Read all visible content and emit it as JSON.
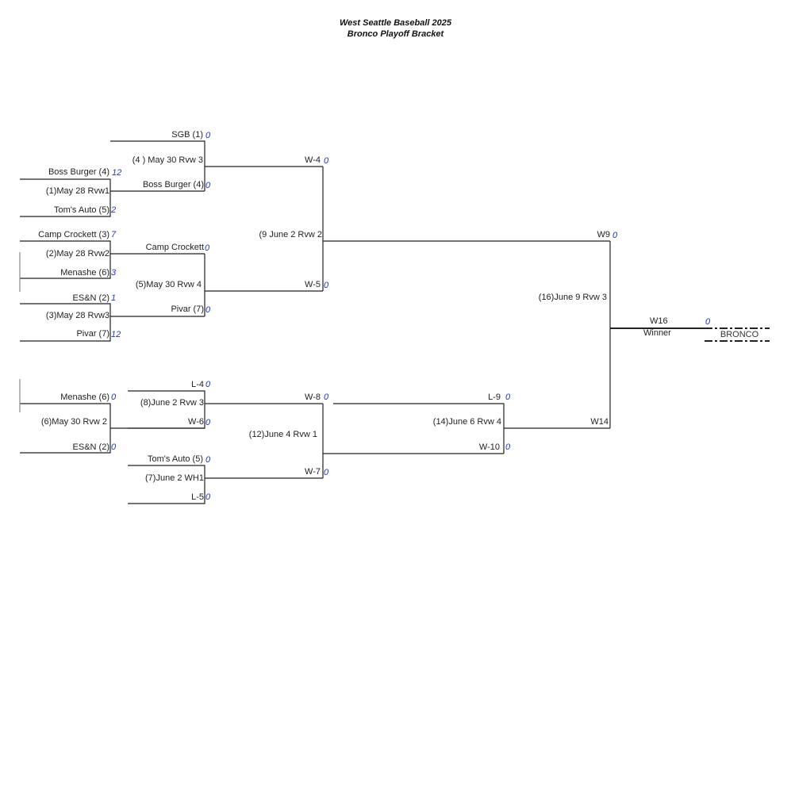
{
  "title": {
    "line1": "West Seattle Baseball 2025",
    "line2": "Bronco Playoff Bracket"
  },
  "round1": {
    "g1": {
      "label": "(1)May 28 Rvw1",
      "top": "Boss Burger (4)",
      "top_score": "12",
      "bottom": "Tom's Auto (5)",
      "bottom_score": "2"
    },
    "g2": {
      "label": "(2)May 28 Rvw2",
      "top": "Camp Crockett (3)",
      "top_score": "7",
      "bottom": "Menashe (6)",
      "bottom_score": "3"
    },
    "g3": {
      "label": "(3)May 28 Rvw3",
      "top": "ES&N (2)",
      "top_score": "1",
      "bottom": "Pivar (7)",
      "bottom_score": "12"
    },
    "g6": {
      "label": "(6)May 30 Rvw 2",
      "top": "Menashe (6)",
      "top_score": "0",
      "bottom": "ES&N (2)",
      "bottom_score": "0"
    }
  },
  "round2": {
    "g4": {
      "label": "(4 ) May 30 Rvw 3",
      "top": "SGB (1)",
      "top_score": "0",
      "bottom": "Boss Burger (4)",
      "bottom_score": "0"
    },
    "g5": {
      "label": "(5)May 30 Rvw 4",
      "top": "Camp Crockett",
      "top_score": "0",
      "bottom": "Pivar (7)",
      "bottom_score": "0"
    },
    "g8": {
      "label": "(8)June 2 Rvw 3",
      "top": "L-4",
      "top_score": "0",
      "bottom": "W-6",
      "bottom_score": "0"
    },
    "g7": {
      "label": "(7)June 2 WH1",
      "top": "Tom's Auto (5)",
      "top_score": "0",
      "bottom": "L-5",
      "bottom_score": "0"
    }
  },
  "round3": {
    "g9": {
      "label": "(9 June 2 Rvw 2",
      "top": "W-4",
      "top_score": "0",
      "bottom": "W-5",
      "bottom_score": "0"
    },
    "g12": {
      "label": "(12)June 4 Rvw 1",
      "top": "W-8",
      "top_score": "0",
      "bottom": "W-7",
      "bottom_score": "0"
    }
  },
  "round4": {
    "g14": {
      "label": "(14)June 6 Rvw 4",
      "top": "L-9",
      "top_score": "0",
      "bottom": "W-10",
      "bottom_score": "0"
    }
  },
  "final": {
    "g16": {
      "label": "(16)June 9 Rvw 3",
      "top": "W9",
      "top_score": "0",
      "bottom": "W14"
    },
    "winner_slot": "W16",
    "winner_caption": "Winner",
    "winner_score": "0",
    "champion_label": "BRONCO"
  }
}
